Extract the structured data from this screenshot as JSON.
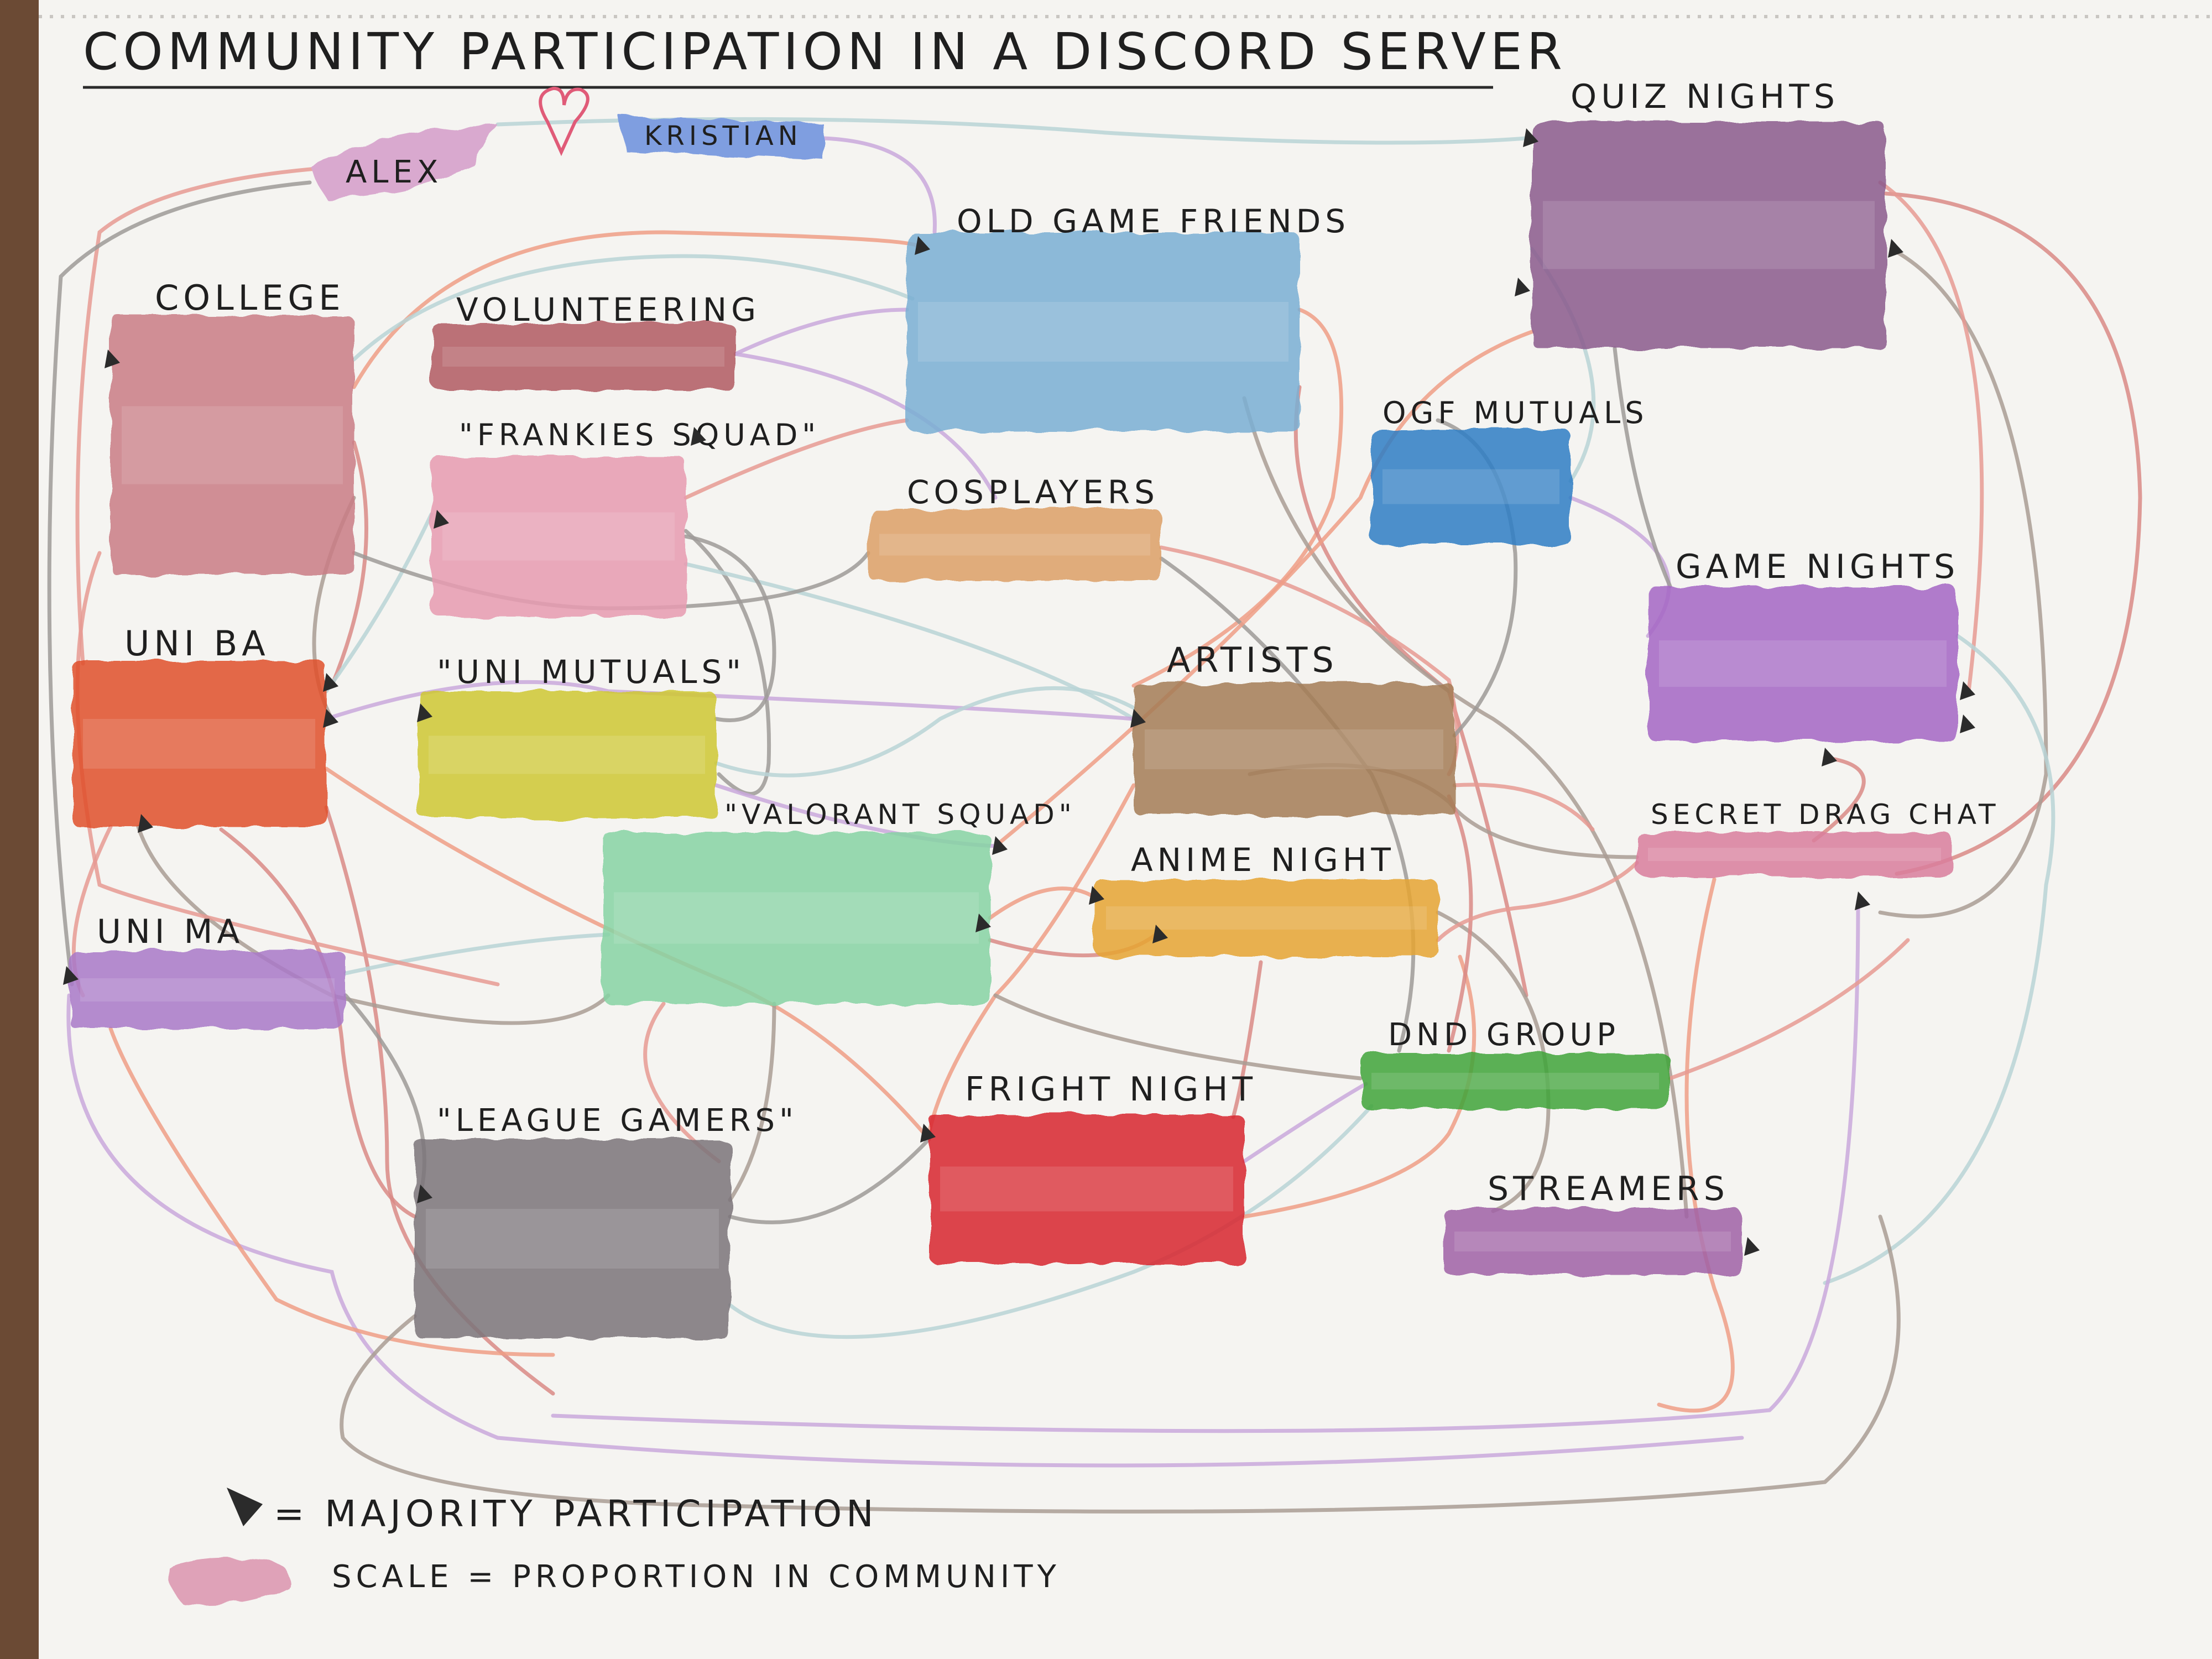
{
  "title": "COMMUNITY PARTICIPATION IN A DISCORD SERVER",
  "people": {
    "alex": "ALEX",
    "kristian": "KRISTIAN"
  },
  "communities": [
    {
      "id": "quiz-nights",
      "label": "QUIZ NIGHTS",
      "color": "#8a5a8c"
    },
    {
      "id": "old-game-friends",
      "label": "OLD GAME FRIENDS",
      "color": "#79afd3"
    },
    {
      "id": "college",
      "label": "COLLEGE",
      "color": "#c97d85"
    },
    {
      "id": "volunteering",
      "label": "VOLUNTEERING",
      "color": "#b05a62"
    },
    {
      "id": "frankies-squad",
      "label": "\"FRANKIES SQUAD\"",
      "color": "#e79bb0"
    },
    {
      "id": "ogf-mutuals",
      "label": "OGF MUTUALS",
      "color": "#2e7ec4"
    },
    {
      "id": "cosplayers",
      "label": "COSPLAYERS",
      "color": "#dca066"
    },
    {
      "id": "game-nights",
      "label": "GAME NIGHTS",
      "color": "#a466c4"
    },
    {
      "id": "uni-ba",
      "label": "UNI BA",
      "color": "#e0502c"
    },
    {
      "id": "uni-mutuals",
      "label": "\"UNI MUTUALS\"",
      "color": "#cfc832"
    },
    {
      "id": "artists",
      "label": "ARTISTS",
      "color": "#a57c55"
    },
    {
      "id": "secret-drag-chat",
      "label": "SECRET DRAG CHAT",
      "color": "#d97e9c"
    },
    {
      "id": "valorant-squad",
      "label": "\"VALORANT SQUAD\"",
      "color": "#86d3a3"
    },
    {
      "id": "anime-night",
      "label": "ANIME NIGHT",
      "color": "#e6a534"
    },
    {
      "id": "uni-ma",
      "label": "UNI MA",
      "color": "#a978c8"
    },
    {
      "id": "dnd-group",
      "label": "DND GROUP",
      "color": "#3ea43a"
    },
    {
      "id": "fright-night",
      "label": "FRIGHT NIGHT",
      "color": "#d8262f"
    },
    {
      "id": "league-gamers",
      "label": "\"LEAGUE GAMERS\"",
      "color": "#7b7479"
    },
    {
      "id": "streamers",
      "label": "STREAMERS",
      "color": "#a060a6"
    }
  ],
  "legend": {
    "majority": "= MAJORITY PARTICIPATION",
    "scale": "SCALE = PROPORTION IN COMMUNITY"
  },
  "connection_colors": [
    "#e69a93",
    "#9e9a98",
    "#b8d4d6",
    "#c9a8dc",
    "#ee9e86",
    "#d98a86",
    "#a99c94"
  ],
  "heart_color": "#e05b78"
}
